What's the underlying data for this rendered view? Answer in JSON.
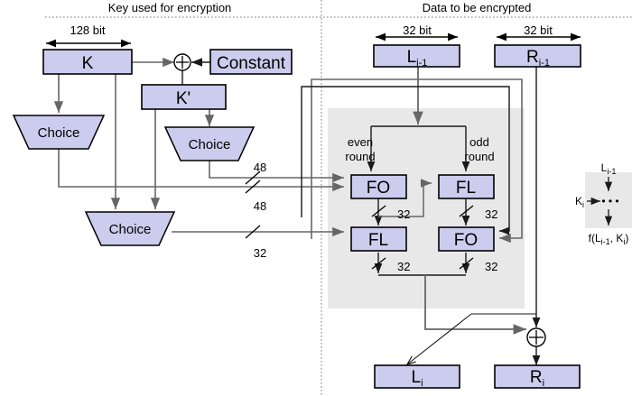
{
  "diagram": {
    "title_left": "Key used for encryption",
    "title_right": "Data to be encrypted",
    "key_section": {
      "width_label": "128 bit",
      "key_box": "K",
      "constant_box": "Constant",
      "kprime_box": "K'",
      "choice_1": "Choice",
      "choice_2": "Choice",
      "choice_3": "Choice",
      "xor_symbol": "+",
      "bus_labels": {
        "b48_top": "48",
        "b48_bottom": "48",
        "b32": "32"
      }
    },
    "data_section": {
      "width_label_left": "32 bit",
      "width_label_right": "32 bit",
      "input_left": "L",
      "input_left_sub": "i-1",
      "input_right": "R",
      "input_right_sub": "i-1",
      "even_round_line1": "even",
      "even_round_line2": "round",
      "odd_round_line1": "odd",
      "odd_round_line2": "round",
      "fo_even": "FO",
      "fl_odd": "FL",
      "fl_even": "FL",
      "fo_odd": "FO",
      "bus_fo_even": "32",
      "bus_fl_odd": "32",
      "bus_fl_even": "32",
      "bus_fo_odd": "32",
      "xor_symbol": "+",
      "output_left": "L",
      "output_left_sub": "i",
      "output_right": "R",
      "output_right_sub": "i"
    },
    "legend": {
      "input_label": "L",
      "input_sub": "i-1",
      "key_label": "K",
      "key_sub": "i",
      "body_glyph": "• • •",
      "output_label": "f(L",
      "output_sub1": "i-1",
      "output_mid": ", K",
      "output_sub2": "i",
      "output_end": ")"
    },
    "colors": {
      "box_fill": "#ccccee",
      "box_stroke": "#000000",
      "panel_fill": "#e8e8e8",
      "wire_dark": "#1a1a1a",
      "wire_gray": "#666666",
      "divider": "#999999"
    }
  }
}
